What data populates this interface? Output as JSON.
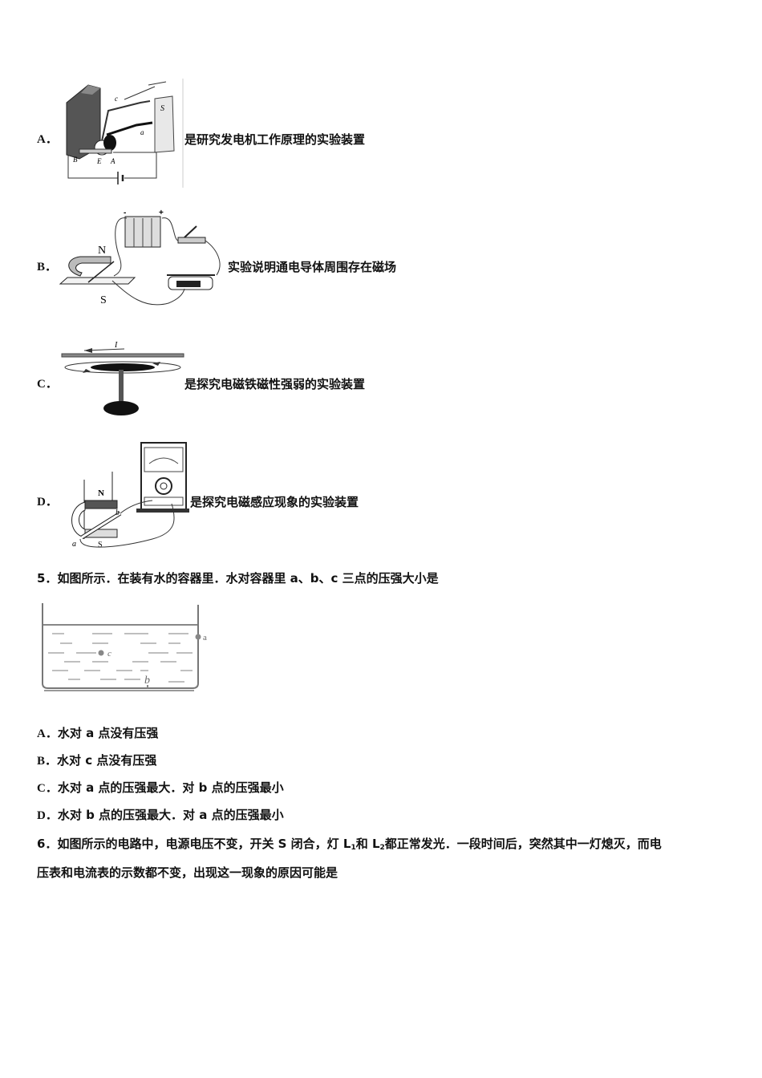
{
  "question4_options": [
    {
      "label": "A．",
      "caption": "是研究发电机工作原理的实验装置",
      "figure": "motor-apparatus-figure",
      "figure_labels": [
        "c",
        "S",
        "a",
        "B",
        "E",
        "A"
      ]
    },
    {
      "label": "B．",
      "caption": "实验说明通电导体周围存在磁场",
      "figure": "horseshoe-magnet-circuit-figure",
      "figure_labels": [
        "-",
        "+",
        "N",
        "S"
      ]
    },
    {
      "label": "C．",
      "caption": "是探究电磁铁磁性强弱的实验装置",
      "figure": "oersted-compass-figure",
      "figure_labels": [
        "I"
      ]
    },
    {
      "label": "D．",
      "caption": "是探究电磁感应现象的实验装置",
      "figure": "induction-galvanometer-figure",
      "figure_labels": [
        "N",
        "b",
        "a",
        "S"
      ]
    }
  ],
  "question5": {
    "number": "5．",
    "text": "如图所示．在装有水的容器里．水对容器里 a、b、c 三点的压强大小是",
    "figure": "water-container-figure",
    "figure_labels": [
      "a",
      "c",
      "b"
    ],
    "options": [
      {
        "label": "A．",
        "text": "水对 a 点没有压强"
      },
      {
        "label": "B．",
        "text": "水对 c 点没有压强"
      },
      {
        "label": "C．",
        "text": "水对 a 点的压强最大．对 b 点的压强最小"
      },
      {
        "label": "D．",
        "text": "水对 b 点的压强最大．对 a 点的压强最小"
      }
    ]
  },
  "question6": {
    "number": "6．",
    "line1_a": "如图所示的电路中，电源电压不变，开关 S 闭合，灯 L",
    "sub1": "1",
    "line1_b": "和 L",
    "sub2": "2",
    "line1_c": "都正常发光．一段时间后，突然其中一灯熄灭，而电",
    "line2": "压表和电流表的示数都不变，出现这一现象的原因可能是"
  }
}
